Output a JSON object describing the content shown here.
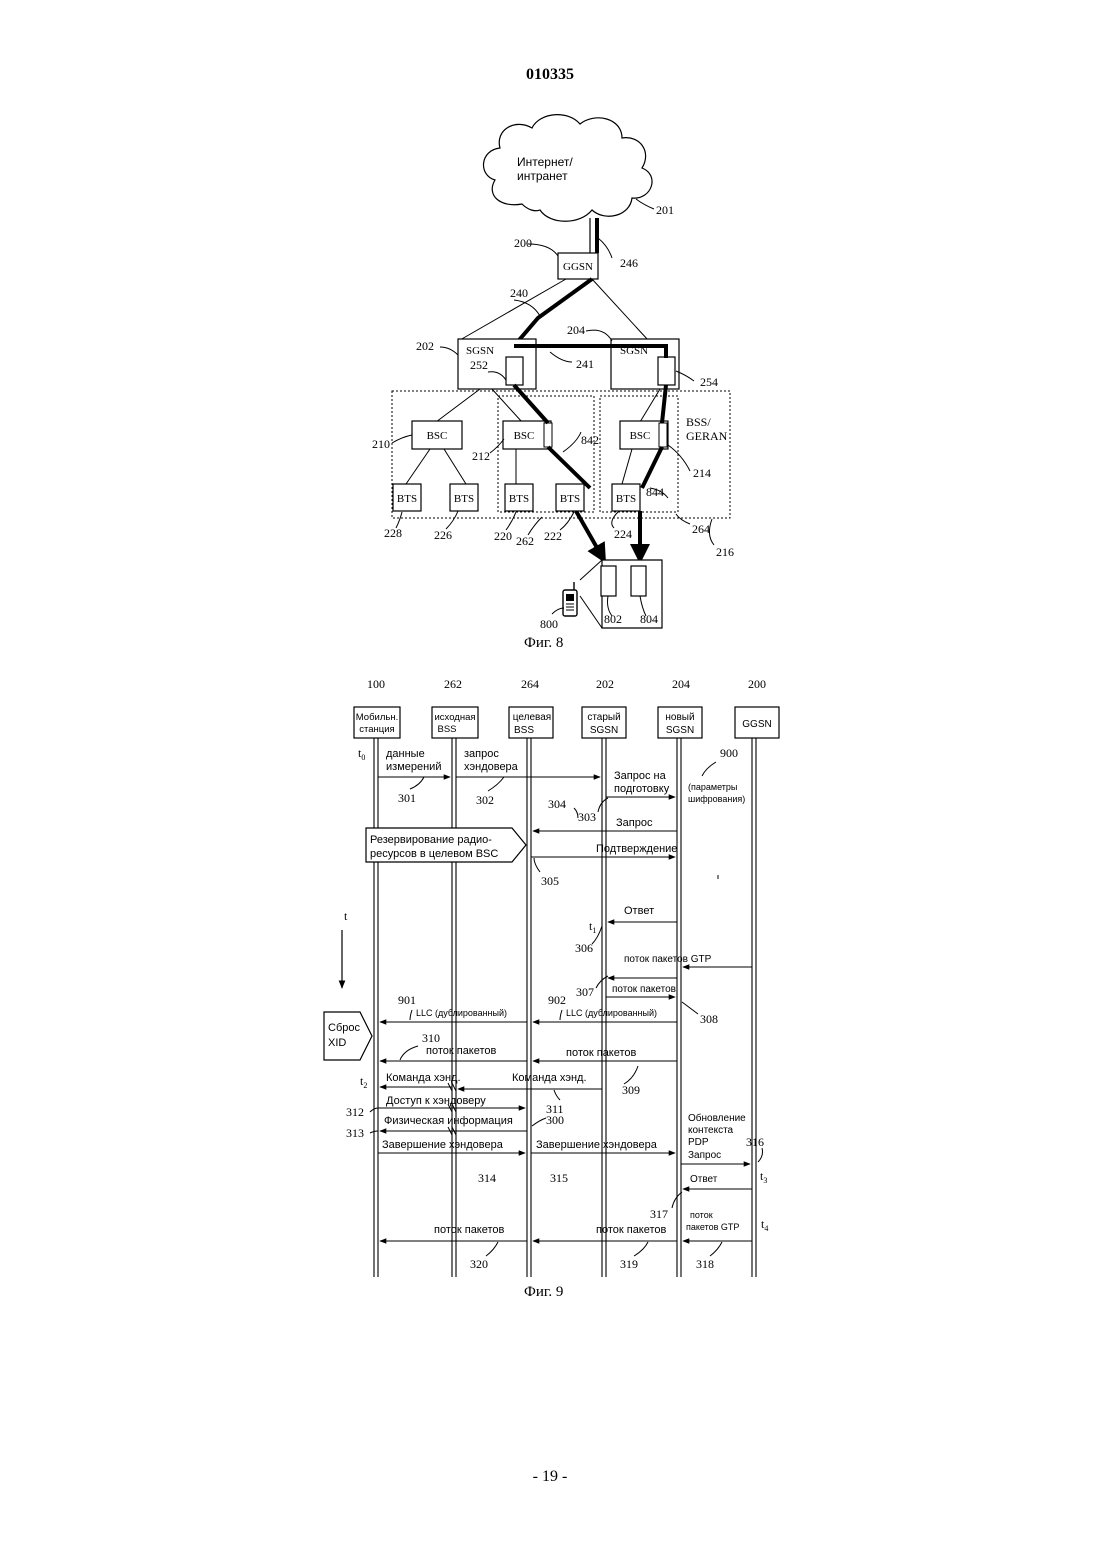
{
  "header": {
    "doc_number": "010335"
  },
  "footer": {
    "page_number": "- 19 -"
  },
  "fig8": {
    "caption": "Фиг. 8",
    "cloud_label_1": "Интернет/",
    "cloud_label_2": "интранет",
    "nodes": {
      "ggsn": "GGSN",
      "sgsn_left": "SGSN",
      "sgsn_right": "SGSN",
      "bsc_1": "BSC",
      "bsc_2": "BSC",
      "bsc_3": "BSC",
      "bts_1": "BTS",
      "bts_2": "BTS",
      "bts_3": "BTS",
      "bts_4": "BTS",
      "bts_5": "BTS",
      "bss_label_1": "BSS/",
      "bss_label_2": "GERAN"
    },
    "refs": {
      "r201": "201",
      "r200": "200",
      "r246": "246",
      "r240": "240",
      "r202": "202",
      "r204": "204",
      "r252": "252",
      "r241": "241",
      "r254": "254",
      "r210": "210",
      "r212": "212",
      "r842": "842",
      "r214": "214",
      "r844": "844",
      "r228": "228",
      "r226": "226",
      "r220": "220",
      "r262": "262",
      "r222": "222",
      "r224": "224",
      "r264": "264",
      "r216": "216",
      "r800": "800",
      "r802": "802",
      "r804": "804"
    }
  },
  "fig9": {
    "caption": "Фиг. 9",
    "entities": [
      {
        "ref": "100",
        "line1": "Мобильн.",
        "line2": "станция"
      },
      {
        "ref": "262",
        "line1": "исходная",
        "line2": "BSS"
      },
      {
        "ref": "264",
        "line1": "целевая",
        "line2": "BSS"
      },
      {
        "ref": "202",
        "line1": "старый",
        "line2": "SGSN"
      },
      {
        "ref": "204",
        "line1": "новый",
        "line2": "SGSN"
      },
      {
        "ref": "200",
        "line1": "GGSN",
        "line2": ""
      }
    ],
    "time_labels": {
      "t0": "t",
      "t0_sub": "0",
      "t": "t",
      "t1": "t",
      "t1_sub": "1",
      "t2": "t",
      "t2_sub": "2",
      "t3": "t",
      "t3_sub": "3",
      "t4": "t",
      "t4_sub": "4"
    },
    "messages": {
      "m301_1": "данные",
      "m301_2": "измерений",
      "m302_1": "запрос",
      "m302_2": "хэндовера",
      "m303_1": "Запрос на",
      "m303_2": "подготовку",
      "m900_1": "(параметры",
      "m900_2": "шифрования)",
      "m304": "Запрос",
      "reserve_1": "Резервирование радио-",
      "reserve_2": "ресурсов в целевом BSC",
      "m305": "Подтверждение",
      "m306": "Ответ",
      "gtp_flow": "поток пакетов GTP",
      "m308": "поток пакетов",
      "llc_901": "LLC (дублированный)",
      "llc_902": "LLC (дублированный)",
      "xid_1": "Сброс",
      "xid_2": "XID",
      "m310": "поток пакетов",
      "m309": "поток пакетов",
      "ho_cmd_ms": "Команда хэнд.",
      "ho_cmd_bss": "Команда хэнд.",
      "ho_access": "Доступ к хэндоверу",
      "phys_info": "Физическая информация",
      "ho_complete_1": "Завершение хэндовера",
      "ho_complete_2": "Завершение хэндовера",
      "pdp_1": "Обновление",
      "pdp_2": "контекста",
      "pdp_3": "PDP",
      "pdp_4": "Запрос",
      "answer2": "Ответ",
      "gtp2_1": "поток",
      "gtp2_2": "пакетов GTP",
      "m320": "поток пакетов",
      "m319": "поток пакетов"
    },
    "refs": {
      "r900": "900",
      "r301": "301",
      "r302": "302",
      "r304": "304",
      "r303": "303",
      "r305": "305",
      "r306": "306",
      "r307": "307",
      "r308": "308",
      "r901": "901",
      "r902": "902",
      "r310": "310",
      "r309": "309",
      "r311": "311",
      "r312": "312",
      "r313": "313",
      "r300": "300",
      "r316": "316",
      "r314": "314",
      "r315": "315",
      "r317": "317",
      "r318": "318",
      "r319": "319",
      "r320": "320"
    }
  }
}
